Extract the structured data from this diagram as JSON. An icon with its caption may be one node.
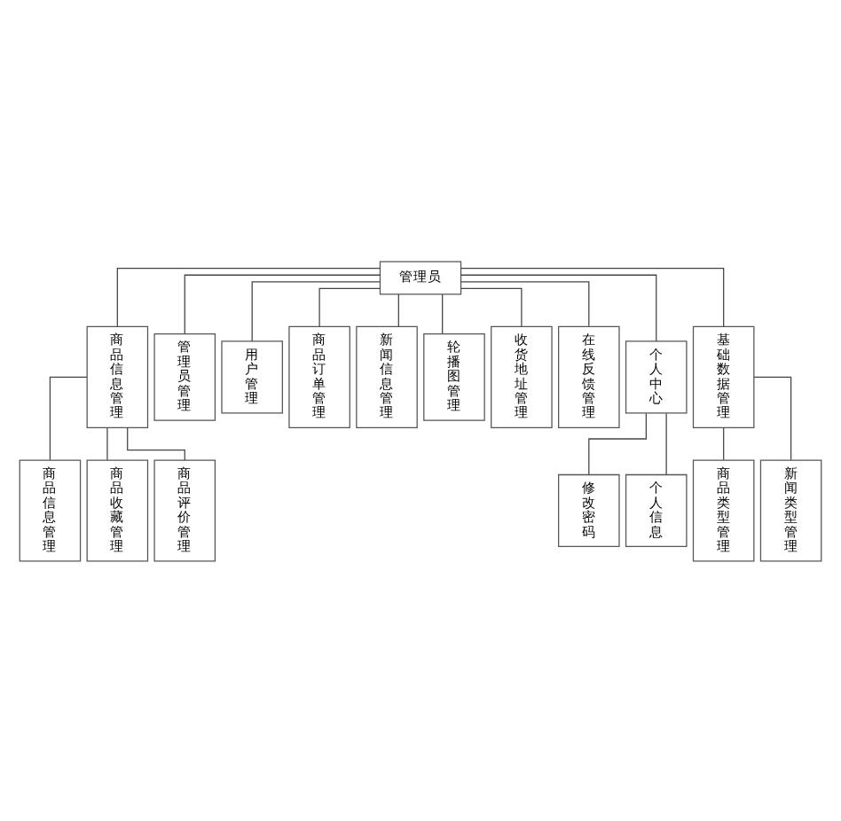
{
  "diagram": {
    "nodes": [
      {
        "text": [
          "管理员"
        ]
      },
      {
        "text": [
          "商品信息管理"
        ]
      },
      {
        "text": [
          "管理员管理"
        ]
      },
      {
        "text": [
          "用户管理"
        ]
      },
      {
        "text": [
          "商品订单管理"
        ]
      },
      {
        "text": [
          "新闻信息管理"
        ]
      },
      {
        "text": [
          "轮播图管理"
        ]
      },
      {
        "text": [
          "收货地址管理"
        ]
      },
      {
        "text": [
          "在线反馈管理"
        ]
      },
      {
        "text": [
          "个人中心"
        ]
      },
      {
        "text": [
          "基础数据管理"
        ]
      },
      {
        "text": [
          "商品信息管理"
        ]
      },
      {
        "text": [
          "商品收藏管理"
        ]
      },
      {
        "text": [
          "商品评价管理"
        ]
      },
      {
        "text": [
          "修改密码"
        ]
      },
      {
        "text": [
          "个人信息"
        ]
      },
      {
        "text": [
          "商品类型管理"
        ]
      },
      {
        "text": [
          "新闻类型管理"
        ]
      }
    ],
    "edges": [
      {
        "from": 0,
        "to": 1,
        "arrow": "none"
      },
      {
        "from": 0,
        "to": 2,
        "arrow": "none"
      },
      {
        "from": 0,
        "to": 3,
        "arrow": "none"
      },
      {
        "from": 0,
        "to": 4,
        "arrow": "none"
      },
      {
        "from": 0,
        "to": 5,
        "arrow": "none"
      },
      {
        "from": 0,
        "to": 6,
        "arrow": "none"
      },
      {
        "from": 0,
        "to": 7,
        "arrow": "none"
      },
      {
        "from": 0,
        "to": 8,
        "arrow": "none"
      },
      {
        "from": 0,
        "to": 9,
        "arrow": "none"
      },
      {
        "from": 0,
        "to": 10,
        "arrow": "none"
      },
      {
        "from": 1,
        "to": 11,
        "arrow": "none"
      },
      {
        "from": 1,
        "to": 12,
        "arrow": "none"
      },
      {
        "from": 1,
        "to": 13,
        "arrow": "none"
      },
      {
        "from": 9,
        "to": 14,
        "arrow": "none"
      },
      {
        "from": 9,
        "to": 15,
        "arrow": "none"
      },
      {
        "from": 10,
        "to": 16,
        "arrow": "none"
      },
      {
        "from": 10,
        "to": 17,
        "arrow": "none"
      }
    ]
  }
}
